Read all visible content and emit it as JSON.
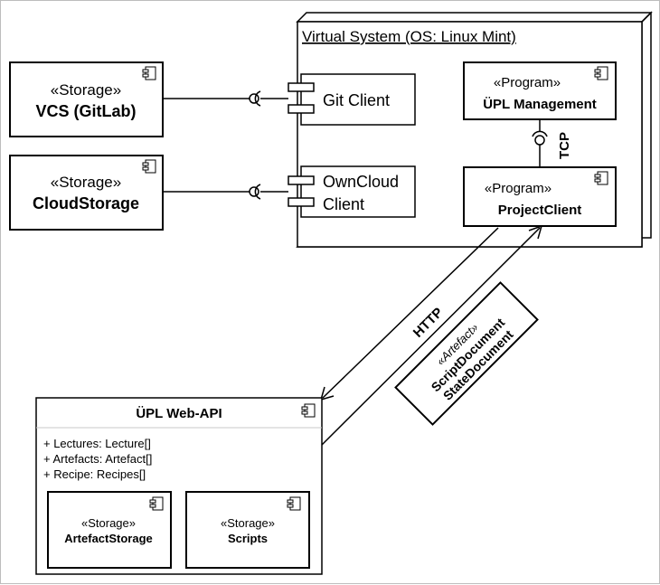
{
  "node": {
    "title": "Virtual System (OS: Linux Mint)"
  },
  "vcs": {
    "stereotype": "«Storage»",
    "name": "VCS (GitLab)"
  },
  "cloud": {
    "stereotype": "«Storage»",
    "name": "CloudStorage"
  },
  "git_client": {
    "name": "Git Client"
  },
  "owncloud_client": {
    "line1": "OwnCloud",
    "line2": "Client"
  },
  "upl_management": {
    "stereotype": "«Program»",
    "name": "ÜPL Management"
  },
  "project_client": {
    "stereotype": "«Program»",
    "name": "ProjectClient"
  },
  "tcp_label": "TCP",
  "http_label": "HTTP",
  "artefact": {
    "stereotype": "«Artefact»",
    "line1": "ScriptDocument",
    "line2": "StateDocument"
  },
  "web_api": {
    "title": "ÜPL Web-API",
    "attributes": [
      "+ Lectures: Lecture[]",
      "+ Artefacts: Artefact[]",
      "+ Recipe: Recipes[]"
    ]
  },
  "artefact_storage": {
    "stereotype": "«Storage»",
    "name": "ArtefactStorage"
  },
  "scripts": {
    "stereotype": "«Storage»",
    "name": "Scripts"
  }
}
